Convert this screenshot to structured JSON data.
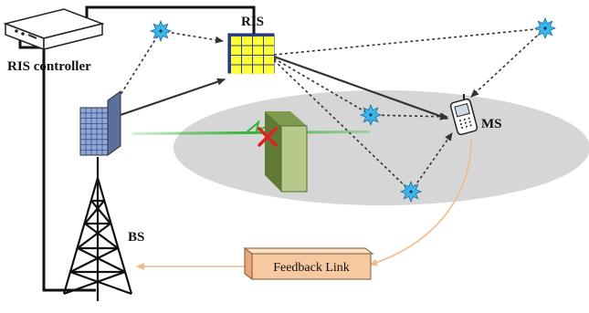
{
  "labels": {
    "ris": "RIS",
    "ris_controller": "RIS controller",
    "ms": "MS",
    "bs": "BS",
    "feedback_link": "Feedback Link"
  },
  "colors": {
    "ellipse": "#d6d6d6",
    "ris_cell": "#ffff33",
    "ris_frame": "#2b3f8c",
    "scatterer": "#3cb4e8",
    "green_beam": "#33b533",
    "blocked_mark": "#e02020",
    "feedback_curve": "#f2b98a",
    "feedback_box": "#f7c9a0",
    "obstacle_front": "#b7c98a",
    "obstacle_side": "#5f7a35",
    "antenna_panel": "#8fa8d8"
  },
  "icons": {
    "scatterer": "star-burst-icon",
    "blocked": "red-x-icon",
    "ms": "mobile-phone-icon",
    "controller": "router-box-icon",
    "bs": "cell-tower-icon"
  }
}
